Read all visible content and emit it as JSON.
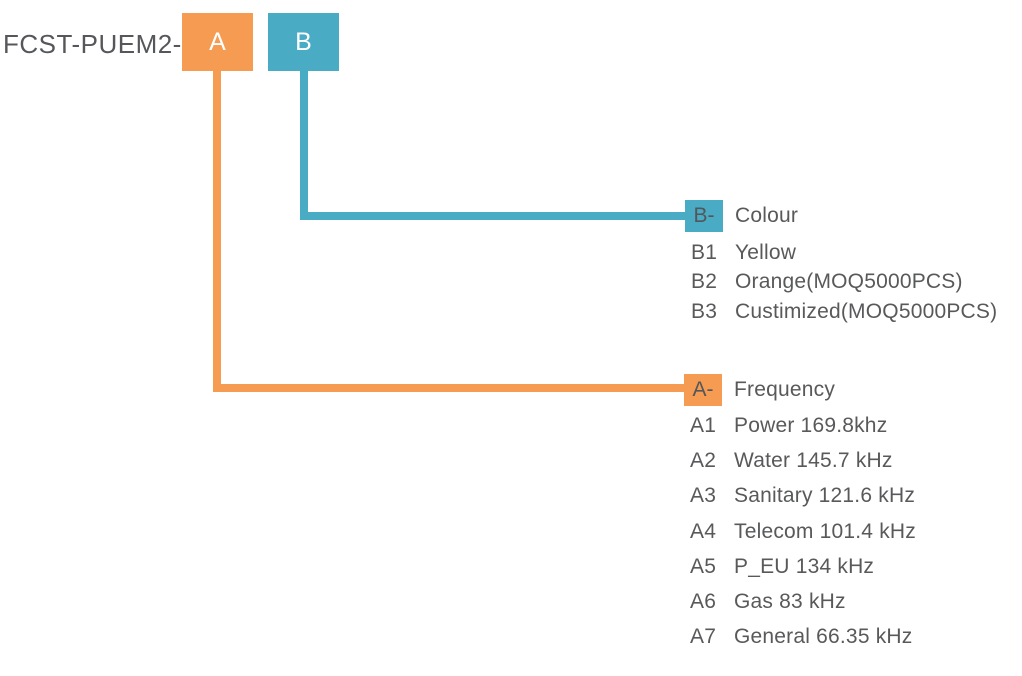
{
  "header": {
    "code": "FCST-PUEM2--"
  },
  "colors": {
    "orange": "#f59b52",
    "teal": "#4aabc5",
    "text_gray": "#58595b",
    "box_letter_white": "#ffffff",
    "legend_letter_gray": "#53565b",
    "background": "#ffffff"
  },
  "top_boxes": [
    {
      "letter": "A",
      "color": "#f59b52"
    },
    {
      "letter": "B",
      "color": "#4aabc5"
    }
  ],
  "sections": [
    {
      "code": "B-",
      "title": "Colour",
      "color": "#4aabc5",
      "items": [
        {
          "code": "B1",
          "label": "Yellow"
        },
        {
          "code": "B2",
          "label": "Orange(MOQ5000PCS)"
        },
        {
          "code": "B3",
          "label": "Custimized(MOQ5000PCS)"
        }
      ]
    },
    {
      "code": "A-",
      "title": "Frequency",
      "color": "#f59b52",
      "items": [
        {
          "code": "A1",
          "label": "Power 169.8khz"
        },
        {
          "code": "A2",
          "label": "Water 145.7 kHz"
        },
        {
          "code": "A3",
          "label": "Sanitary 121.6 kHz"
        },
        {
          "code": "A4",
          "label": "Telecom 101.4 kHz"
        },
        {
          "code": "A5",
          "label": "P_EU 134 kHz"
        },
        {
          "code": "A6",
          "label": "Gas 83 kHz"
        },
        {
          "code": "A7",
          "label": "General 66.35 kHz"
        }
      ]
    }
  ]
}
